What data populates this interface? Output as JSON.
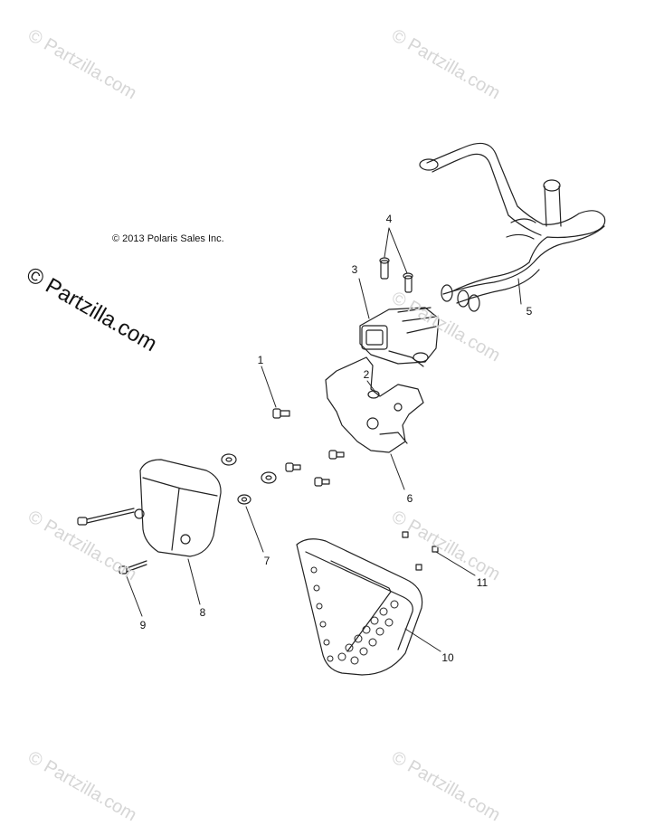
{
  "copyright": "© 2013 Polaris Sales Inc.",
  "watermark": {
    "text": "© Partzilla.com",
    "main_text": "© Partzilla.com",
    "color": "#d6d6d6"
  },
  "callouts": [
    "1",
    "2",
    "3",
    "4",
    "5",
    "6",
    "7",
    "8",
    "9",
    "10",
    "11"
  ],
  "colors": {
    "line": "#222222",
    "background": "#ffffff"
  }
}
